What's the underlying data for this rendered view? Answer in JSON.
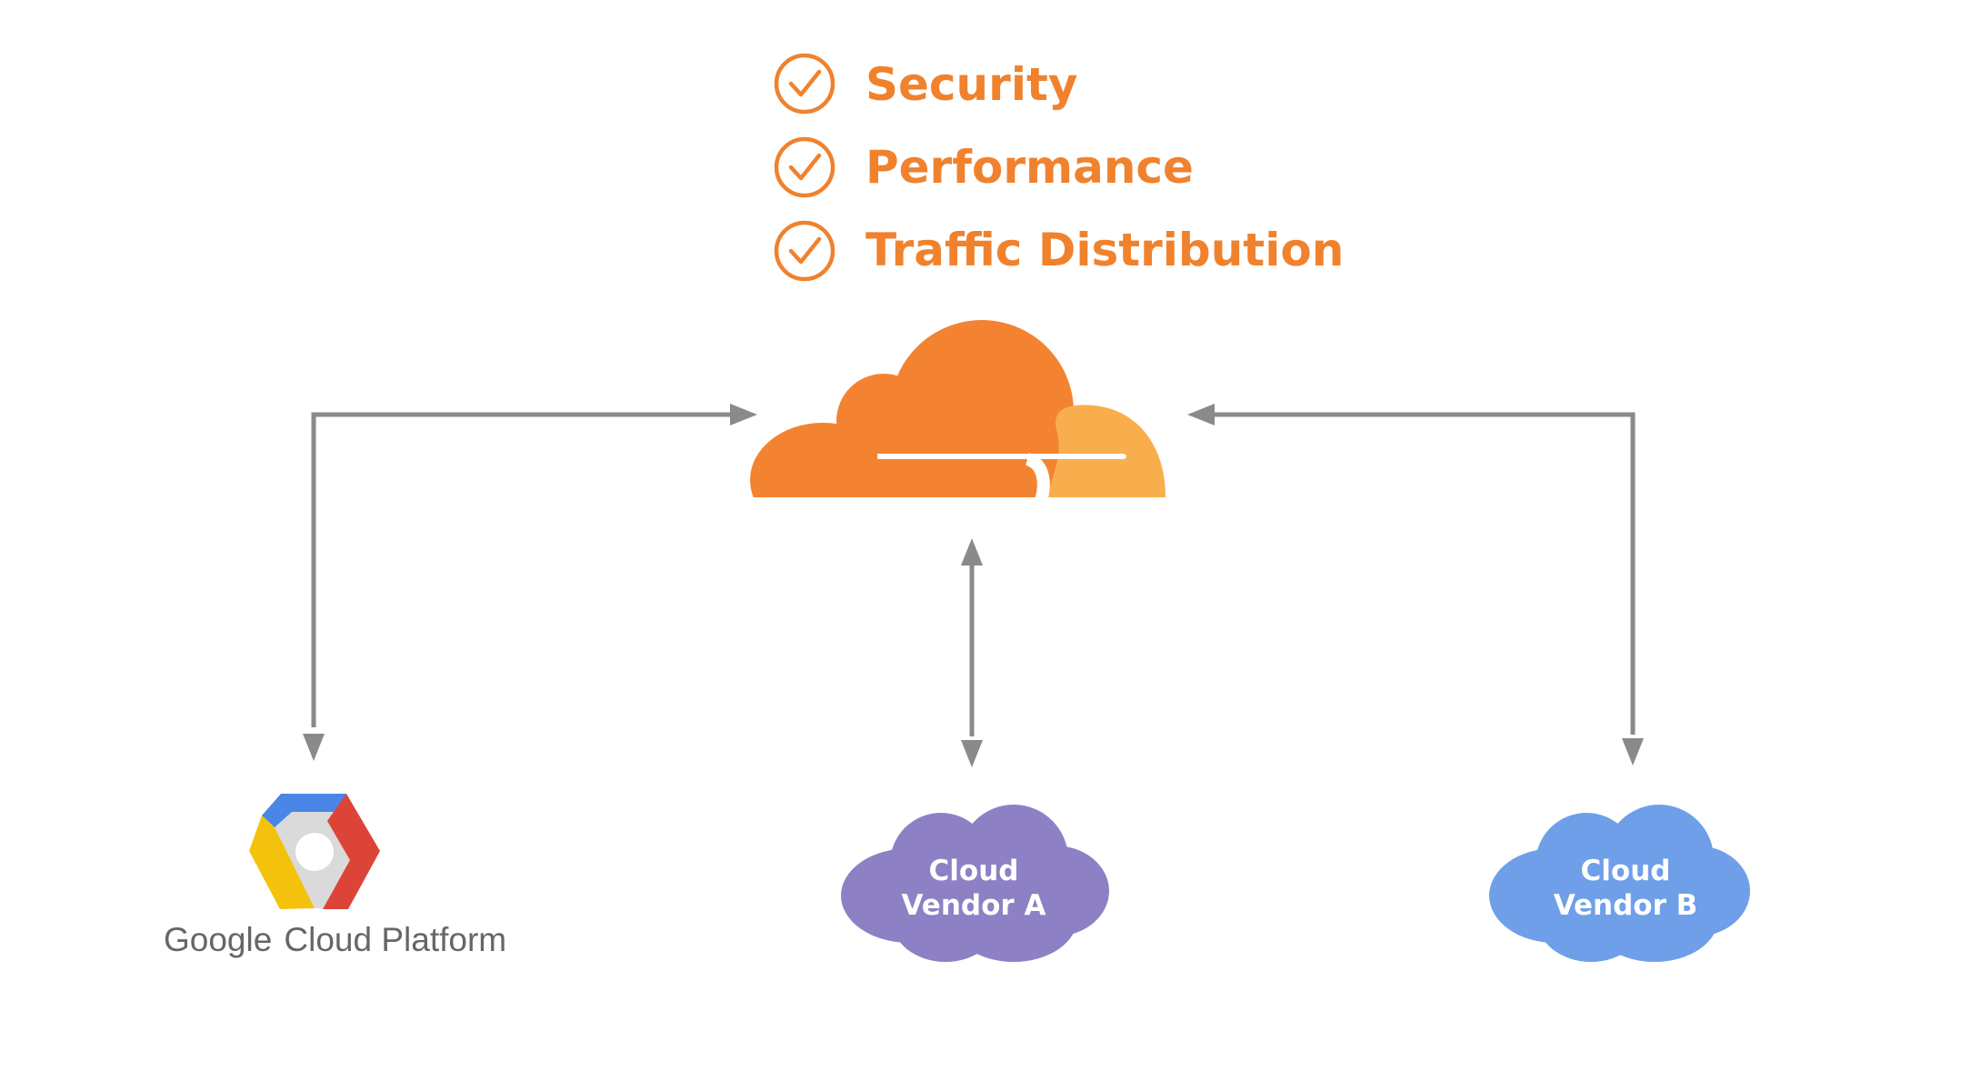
{
  "benefits": [
    {
      "label": "Security"
    },
    {
      "label": "Performance"
    },
    {
      "label": "Traffic Distribution"
    }
  ],
  "providers": {
    "gcp": {
      "wordmark_google": "Google",
      "wordmark_rest": "Cloud Platform"
    },
    "vendor_a": {
      "line1": "Cloud",
      "line2": "Vendor A"
    },
    "vendor_b": {
      "line1": "Cloud",
      "line2": "Vendor B"
    }
  },
  "colors": {
    "accent": "#F0822E",
    "cloud_dark": "#F38331",
    "cloud_light": "#F9AE4E",
    "arrow": "#8A8A8A",
    "vendor_a": "#8E80C4",
    "vendor_b": "#6F9FE8",
    "gcp_blue": "#4A86E8",
    "gcp_red": "#DB4437",
    "gcp_yellow": "#F4C20D",
    "gcp_gray": "#DADADA"
  },
  "icons": {
    "benefit_check": "check-circle-icon",
    "center": "orange-cloud-logo",
    "gcp": "gcp-hexagon-logo"
  }
}
